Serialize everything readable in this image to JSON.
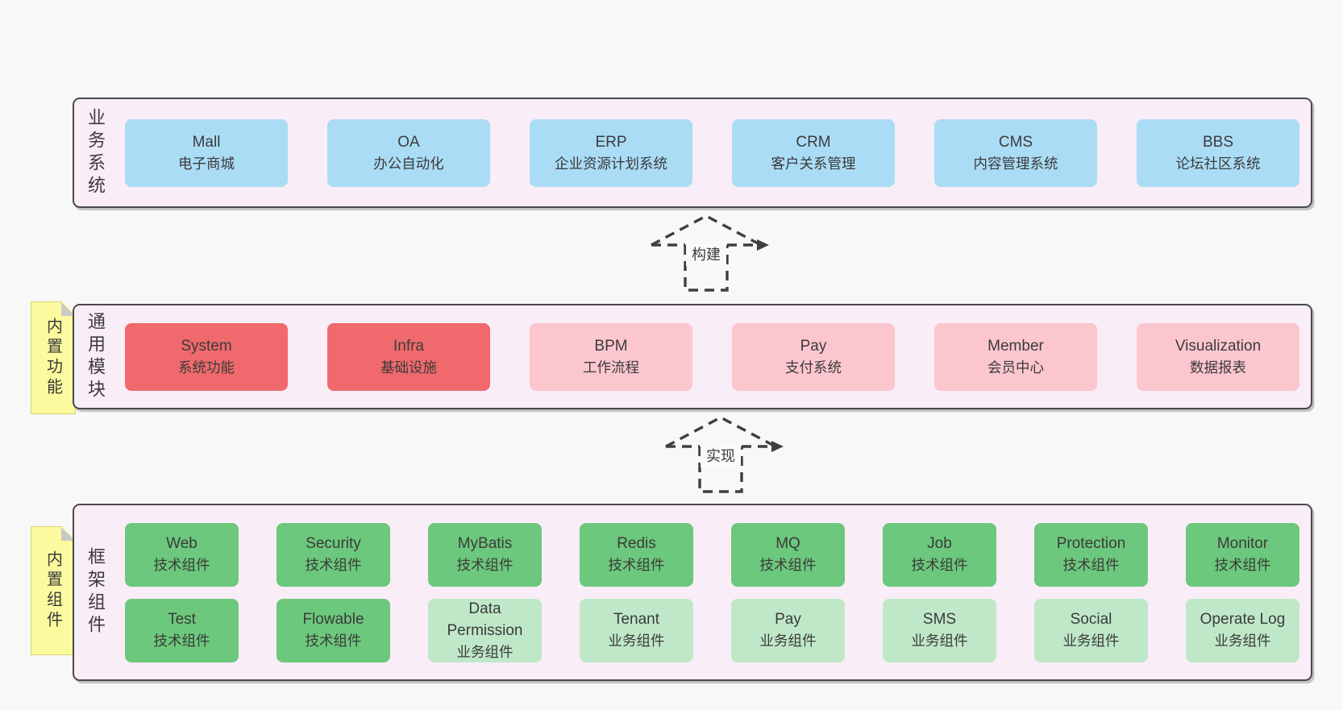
{
  "colors": {
    "page_bg": "#f8f8f8",
    "panel_bg": "#f9edf7",
    "panel_border": "#4a4a4a",
    "text": "#3b3b3b",
    "blue": "#abdcf6",
    "red": "#f0696c",
    "pink": "#fcc6cf",
    "green_dark": "#6cc87c",
    "green_light": "#bfe8c8",
    "sticky_bg": "#fbfa9e",
    "sticky_border": "#d8d76e",
    "sticky_fold": "#c9c9c9",
    "arrow_stroke": "#3f3f3f"
  },
  "sections": [
    {
      "label": "业务系统",
      "sticky": null,
      "rows": [
        [
          {
            "name": "Mall",
            "desc": "电子商城",
            "variant": "blue"
          },
          {
            "name": "OA",
            "desc": "办公自动化",
            "variant": "blue"
          },
          {
            "name": "ERP",
            "desc": "企业资源计划系统",
            "variant": "blue"
          },
          {
            "name": "CRM",
            "desc": "客户关系管理",
            "variant": "blue"
          },
          {
            "name": "CMS",
            "desc": "内容管理系统",
            "variant": "blue"
          },
          {
            "name": "BBS",
            "desc": "论坛社区系统",
            "variant": "blue"
          }
        ]
      ]
    },
    {
      "label": "通用模块",
      "sticky": "内置功能",
      "rows": [
        [
          {
            "name": "System",
            "desc": "系统功能",
            "variant": "red"
          },
          {
            "name": "Infra",
            "desc": "基础设施",
            "variant": "red"
          },
          {
            "name": "BPM",
            "desc": "工作流程",
            "variant": "pink"
          },
          {
            "name": "Pay",
            "desc": "支付系统",
            "variant": "pink"
          },
          {
            "name": "Member",
            "desc": "会员中心",
            "variant": "pink"
          },
          {
            "name": "Visualization",
            "desc": "数据报表",
            "variant": "pink"
          }
        ]
      ]
    },
    {
      "label": "框架组件",
      "sticky": "内置组件",
      "rows": [
        [
          {
            "name": "Web",
            "desc": "技术组件",
            "variant": "green_dark"
          },
          {
            "name": "Security",
            "desc": "技术组件",
            "variant": "green_dark"
          },
          {
            "name": "MyBatis",
            "desc": "技术组件",
            "variant": "green_dark"
          },
          {
            "name": "Redis",
            "desc": "技术组件",
            "variant": "green_dark"
          },
          {
            "name": "MQ",
            "desc": "技术组件",
            "variant": "green_dark"
          },
          {
            "name": "Job",
            "desc": "技术组件",
            "variant": "green_dark"
          },
          {
            "name": "Protection",
            "desc": "技术组件",
            "variant": "green_dark"
          },
          {
            "name": "Monitor",
            "desc": "技术组件",
            "variant": "green_dark"
          }
        ],
        [
          {
            "name": "Test",
            "desc": "技术组件",
            "variant": "green_dark"
          },
          {
            "name": "Flowable",
            "desc": "技术组件",
            "variant": "green_dark"
          },
          {
            "name": "Data Permission",
            "desc": "业务组件",
            "variant": "green_light"
          },
          {
            "name": "Tenant",
            "desc": "业务组件",
            "variant": "green_light"
          },
          {
            "name": "Pay",
            "desc": "业务组件",
            "variant": "green_light"
          },
          {
            "name": "SMS",
            "desc": "业务组件",
            "variant": "green_light"
          },
          {
            "name": "Social",
            "desc": "业务组件",
            "variant": "green_light"
          },
          {
            "name": "Operate Log",
            "desc": "业务组件",
            "variant": "green_light"
          }
        ]
      ]
    }
  ],
  "arrows": [
    {
      "label": "构建"
    },
    {
      "label": "实现"
    }
  ]
}
